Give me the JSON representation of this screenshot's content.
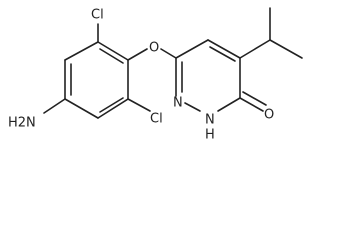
{
  "molecule": {
    "labels": {
      "cl_top": "Cl",
      "cl_bottom": "Cl",
      "o_ether": "O",
      "n_amine": "H2N",
      "n_ring_1": "N",
      "n_ring_2": "N",
      "nh_hydrogen": "H",
      "o_carbonyl": "O"
    }
  }
}
